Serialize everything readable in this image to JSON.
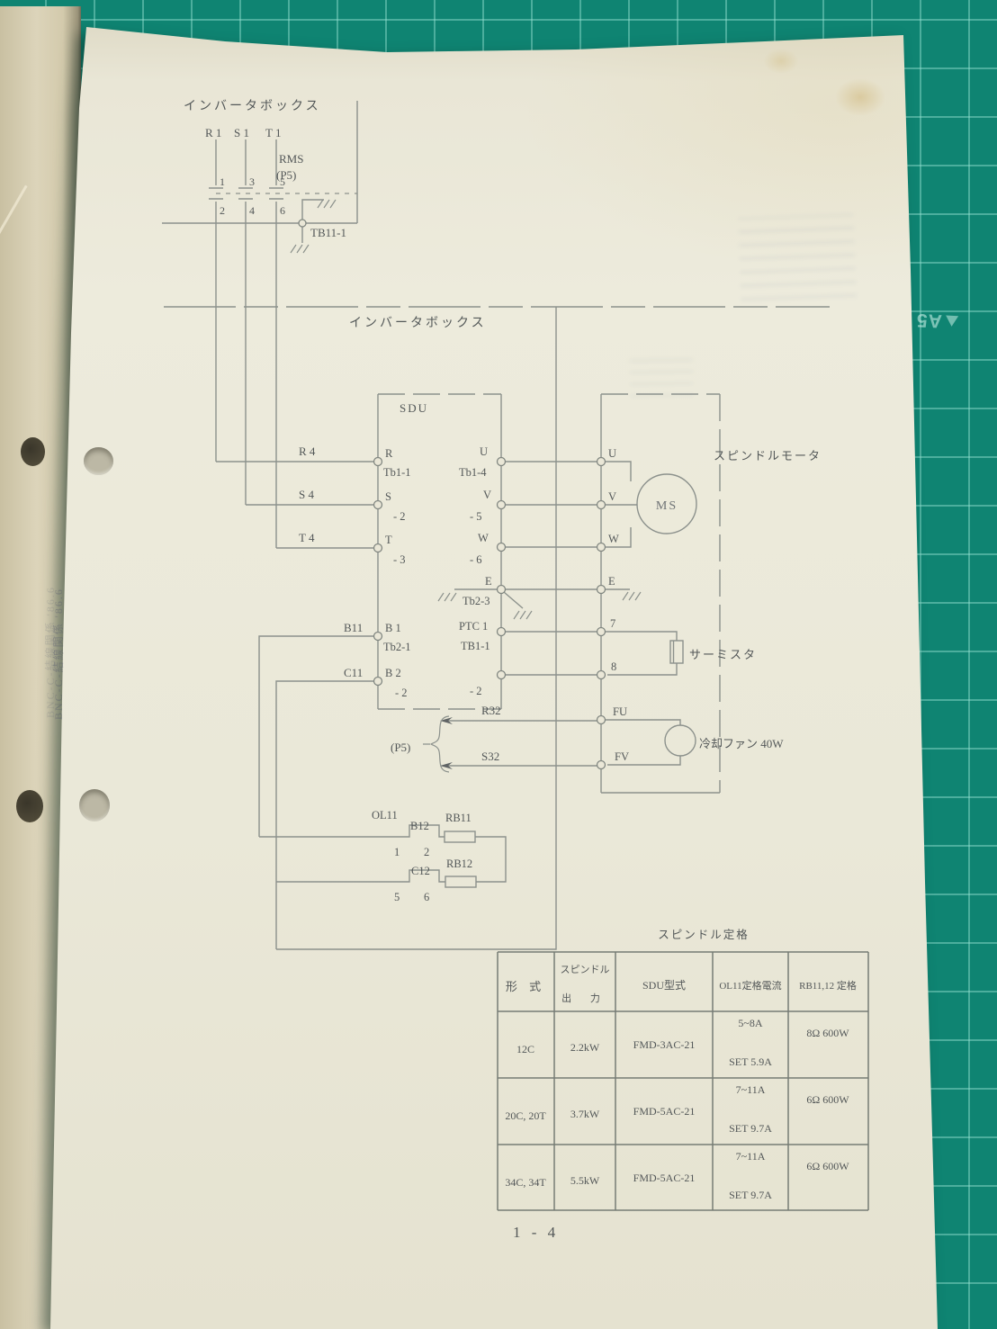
{
  "mat": {
    "label": "A5"
  },
  "stamp": {
    "text": "BNC-C-結線関係  '86.6"
  },
  "footer": {
    "text": "1 - 4"
  },
  "top": {
    "title": "インバータボックス",
    "r1": "R 1",
    "s1": "S 1",
    "t1": "T 1",
    "rms": "RMS",
    "rms_ref": "(P5)",
    "n1": "1",
    "n2": "2",
    "n3": "3",
    "n4": "4",
    "n5": "5",
    "n6": "6",
    "tb": "TB11-1"
  },
  "mid": {
    "title": "インバータボックス",
    "sdu": "SDU",
    "r4": "R 4",
    "s4": "S 4",
    "t4": "T 4",
    "b11": "B11",
    "c11": "C11",
    "r": "R",
    "r_tb": "Tb1-1",
    "s": "S",
    "s_tb": "- 2",
    "t": "T",
    "t_tb": "- 3",
    "u": "U",
    "u_tb": "Tb1-4",
    "v": "V",
    "v_tb": "- 5",
    "w": "W",
    "w_tb": "- 6",
    "e": "E",
    "e_tb": "Tb2-3",
    "ptc": "PTC 1",
    "ptc_tb": "TB1-1",
    "b1": "B 1",
    "b1_tb": "Tb2-1",
    "b2": "B 2",
    "b2_tb": "- 2",
    "b2r_tb": "- 2",
    "r32": "R32",
    "s32": "S32",
    "p5": "(P5)"
  },
  "motor": {
    "title": "スピンドルモータ",
    "u": "U",
    "v": "V",
    "w": "W",
    "e": "E",
    "n7": "7",
    "n8": "8",
    "fu": "FU",
    "fv": "FV",
    "ms": "MS",
    "thermistor": "サーミスタ",
    "fan": "冷却ファン  40W"
  },
  "brake": {
    "ol11": "OL11",
    "b12": "B12",
    "rb11": "RB11",
    "c12": "C12",
    "rb12": "RB12",
    "n1": "1",
    "n2": "2",
    "n5": "5",
    "n6": "6"
  },
  "table": {
    "title": "スピンドル定格",
    "headers": {
      "model": "形 式",
      "output1": "スピンドル",
      "output2": "出  力",
      "sdu": "SDU型式",
      "ol": "OL11定格電流",
      "rb": "RB11,12 定格"
    },
    "rows": [
      {
        "model": "12C",
        "output": "2.2kW",
        "sdu": "FMD-3AC-21",
        "ol_range": "5~8A",
        "ol_set": "SET 5.9A",
        "rb": "8Ω 600W"
      },
      {
        "model": "20C, 20T",
        "output": "3.7kW",
        "sdu": "FMD-5AC-21",
        "ol_range": "7~11A",
        "ol_set": "SET 9.7A",
        "rb": "6Ω 600W"
      },
      {
        "model": "34C, 34T",
        "output": "5.5kW",
        "sdu": "FMD-5AC-21",
        "ol_range": "7~11A",
        "ol_set": "SET 9.7A",
        "rb": "6Ω 600W"
      }
    ]
  }
}
